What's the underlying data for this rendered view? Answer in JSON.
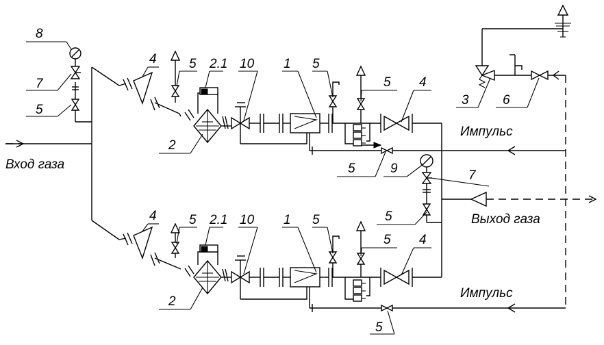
{
  "captions": {
    "gas_inlet": "Вход газа",
    "gas_outlet": "Выход газа",
    "impulse_upper": "Импульс",
    "impulse_lower": "Импульс"
  },
  "callouts": {
    "c8": "8",
    "c7_left": "7",
    "c5_left": "5",
    "u4": "4",
    "u5a": "5",
    "u21": "2.1",
    "u10": "10",
    "u1": "1",
    "u5b": "5",
    "u5c": "5",
    "u4b": "4",
    "u2": "2",
    "c3": "3",
    "c6": "6",
    "m5": "5",
    "m9": "9",
    "m7": "7",
    "m5b": "5",
    "l4": "4",
    "l5a": "5",
    "l21": "2.1",
    "l10": "10",
    "l1": "1",
    "l5b": "5",
    "l5c": "5",
    "l4b": "4",
    "l2": "2",
    "l5d": "5"
  }
}
